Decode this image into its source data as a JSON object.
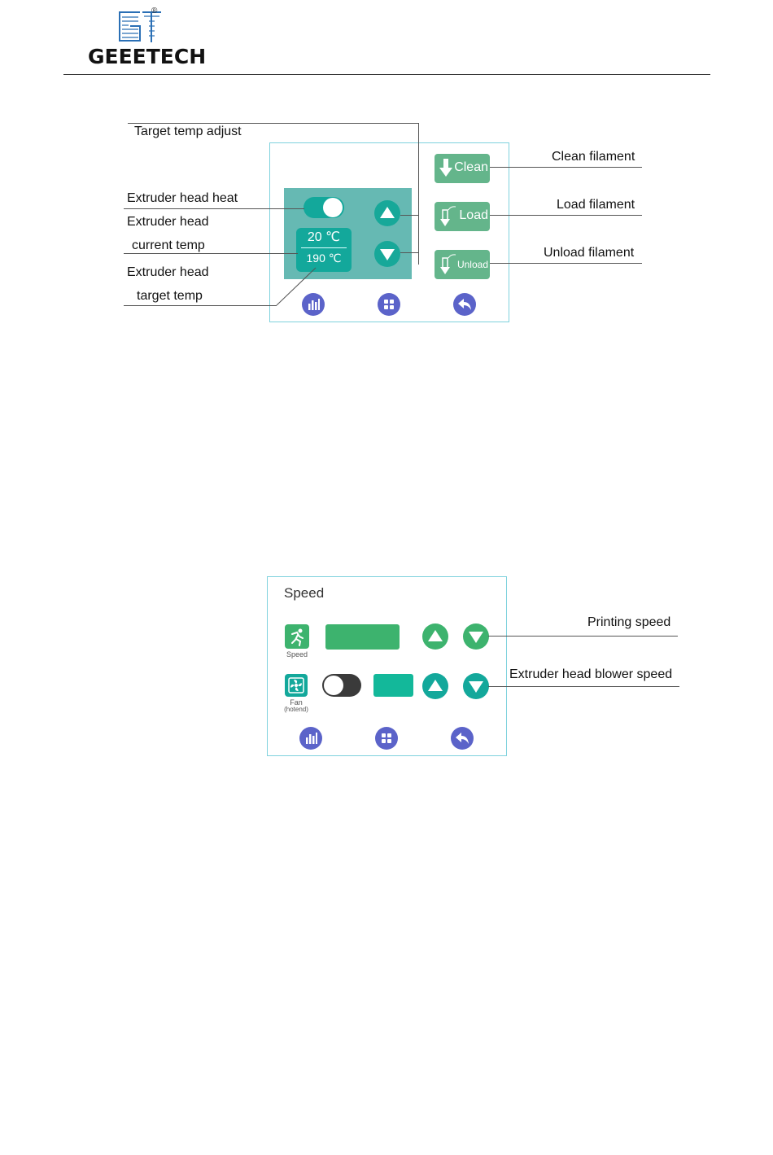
{
  "header": {
    "logo_text": "GEEETECH",
    "logo_mark": "GT",
    "registered_symbol": "®"
  },
  "filament_screen": {
    "annotations": {
      "target_temp_adjust": "Target temp adjust",
      "extruder_head_heat": "Extruder head heat",
      "extruder_head_current_1": "Extruder head",
      "extruder_head_current_2": "current temp",
      "extruder_head_target_1": "Extruder  head",
      "extruder_head_target_2": "target temp",
      "clean_filament": "Clean filament",
      "load_filament": "Load filament",
      "unload_filament": "Unload filament"
    },
    "current_temp": "20 ℃",
    "target_temp": "190 ℃",
    "buttons": {
      "clean": "Clean",
      "load": "Load",
      "unload": "Unload"
    },
    "heat_toggle_on": true,
    "icons": [
      "arrow-up-icon",
      "arrow-down-icon",
      "bar-chart-icon",
      "grid-menu-icon",
      "back-arrow-icon"
    ]
  },
  "speed_screen": {
    "title": "Speed",
    "speed_icon_label": "Speed",
    "fan_icon_label_1": "Fan",
    "fan_icon_label_2": "(hotend)",
    "fan_toggle_on": false,
    "annotations": {
      "printing_speed": "Printing speed",
      "blower_speed": "Extruder head blower speed"
    }
  },
  "colors": {
    "teal": "#13a89b",
    "green": "#3db36e",
    "nav_blue": "#5b63c9",
    "panel_border": "#7fd2dd",
    "temp_box": "#66b9b3"
  }
}
